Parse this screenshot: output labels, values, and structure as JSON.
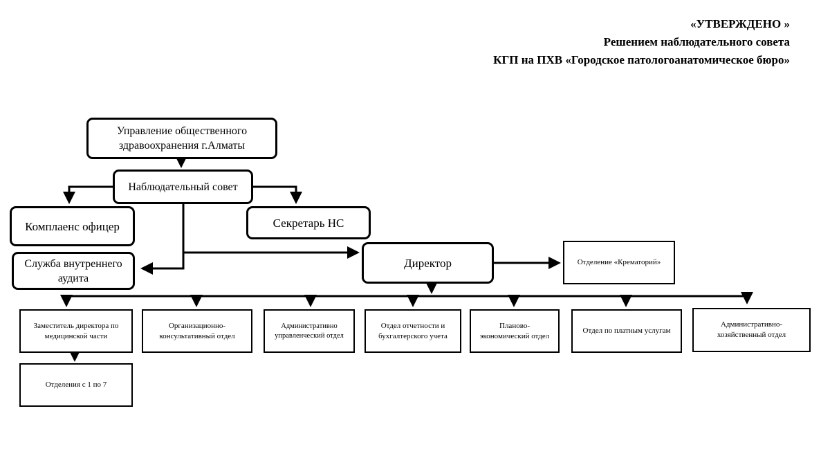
{
  "header": {
    "line1": "«УТВЕРЖДЕНО »",
    "line2": "Решением наблюдательного совета",
    "line3": "КГП на ПХВ «Городское патологоанатомическое бюро»"
  },
  "nodes": {
    "authority": "Управление общественного здравоохранения г.Алматы",
    "board": "Наблюдательный совет",
    "compliance": "Комплаенс офицер",
    "secretary": "Секретарь НС",
    "audit": "Служба внутреннего аудита",
    "director": "Директор",
    "crematorium": "Отделение «Крематорий»",
    "deputy_medical": "Заместитель директора по медицинской части",
    "org_consult": "Организационно-консультативный отдел",
    "admin_mgmt": "Административно управленческий отдел",
    "accounting": "Отдел отчетности и бухгалтерского учета",
    "planning": "Планово-экономический отдел",
    "paid_services": "Отдел по платным услугам",
    "admin_econ": "Административно-хозяйственный отдел",
    "departments": "Отделения с  1 по 7"
  }
}
